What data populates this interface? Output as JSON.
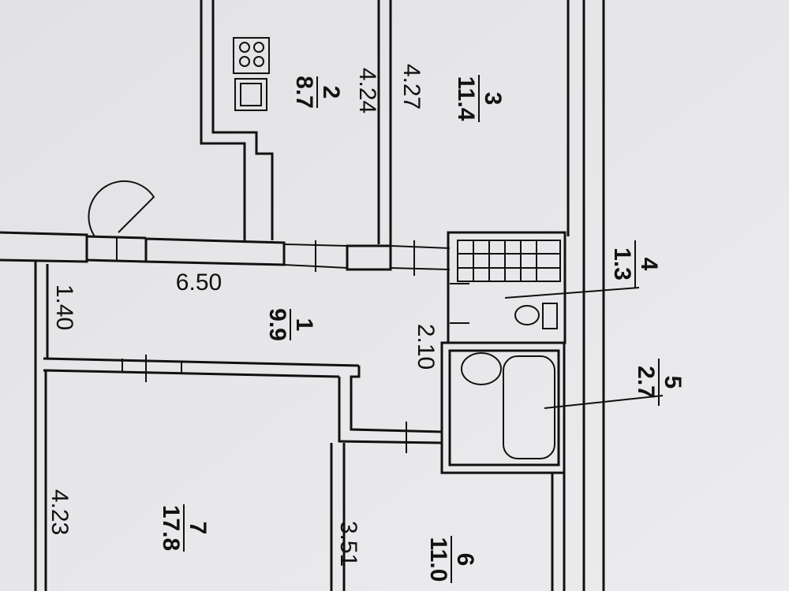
{
  "rooms": [
    {
      "number": "1",
      "area": "9.9"
    },
    {
      "number": "2",
      "area": "8.7"
    },
    {
      "number": "3",
      "area": "11.4"
    },
    {
      "number": "4",
      "area": "1.3"
    },
    {
      "number": "5",
      "area": "2.7"
    },
    {
      "number": "6",
      "area": "11.0"
    },
    {
      "number": "7",
      "area": "17.8"
    }
  ],
  "dimensions": {
    "corridor_length": "6.50",
    "entry_width": "1.40",
    "kitchen_length": "4.24",
    "room3_length": "4.27",
    "corridor_width": "2.10",
    "room7_width": "4.23",
    "room6_width": "3.51"
  }
}
